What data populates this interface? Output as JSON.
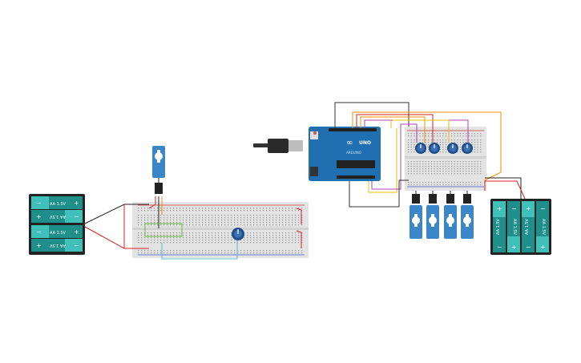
{
  "battery_left": {
    "cells": [
      "AA 1.5V",
      "AA 1.5V",
      "AA 1.5V",
      "AA 1.5V"
    ]
  },
  "battery_right": {
    "cells": [
      "AA 1.5V",
      "AA 1.5V",
      "AA 1.5V",
      "AA 1.5V"
    ]
  },
  "arduino": {
    "brand": "UNO",
    "logo": "∞",
    "board_text": "ARDUINO"
  },
  "polarity": {
    "plus": "+",
    "minus": "−"
  },
  "colors": {
    "breadboard": "#e3e3e3",
    "arduino_blue": "#1f6fb1",
    "battery_teal": "#1e8f8a",
    "battery_light": "#3fc0b8",
    "servo_blue": "#3a86c8",
    "wire_red": "#d62020",
    "wire_black": "#222222",
    "wire_orange": "#f08c00",
    "wire_yellow": "#e6c200",
    "wire_purple": "#b03fb0",
    "wire_cyan": "#5ab8c8",
    "wire_green": "#5cbf3a"
  },
  "icons": [
    "usb-cable-icon",
    "potentiometer-icon",
    "servo-icon",
    "battery-pack-icon",
    "breadboard-icon",
    "arduino-board-icon"
  ]
}
